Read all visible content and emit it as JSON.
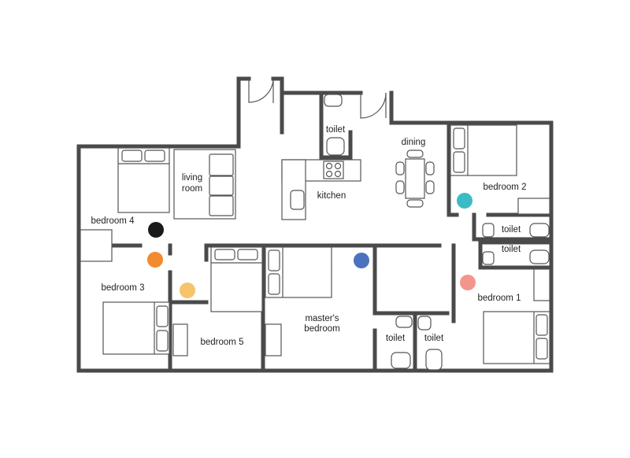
{
  "rooms": {
    "living_room_line1": "living",
    "living_room_line2": "room",
    "toilet_top": "toilet",
    "dining": "dining",
    "kitchen": "kitchen",
    "bedroom_2": "bedroom 2",
    "toilet_right_1": "toilet",
    "toilet_right_2": "toilet",
    "bedroom_4": "bedroom 4",
    "bedroom_3": "bedroom 3",
    "bedroom_5": "bedroom 5",
    "masters_line1": "master's",
    "masters_line2": "bedroom",
    "toilet_bottom_1": "toilet",
    "toilet_bottom_2": "toilet",
    "bedroom_1": "bedroom 1"
  },
  "markers": [
    {
      "name": "marker-black",
      "color": "#1a1a1a"
    },
    {
      "name": "marker-orange",
      "color": "#f28a2e"
    },
    {
      "name": "marker-yellow",
      "color": "#f7c46a"
    },
    {
      "name": "marker-blue",
      "color": "#4a72c0"
    },
    {
      "name": "marker-teal",
      "color": "#3bbbc6"
    },
    {
      "name": "marker-pink",
      "color": "#f4958b"
    }
  ]
}
